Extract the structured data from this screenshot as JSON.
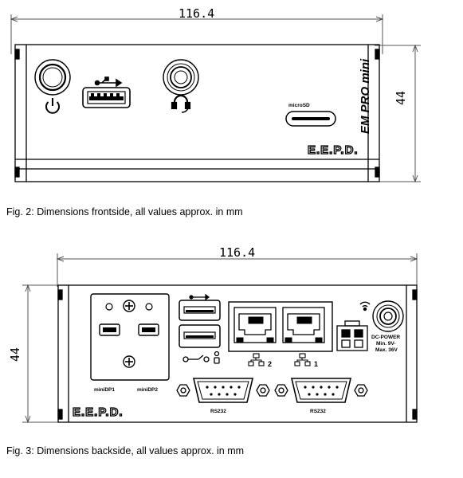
{
  "figure2": {
    "width_dimension": "116.4",
    "height_dimension": "44",
    "microsd_label": "microSD",
    "product_label": "EM PRO mini",
    "brand_logo": "E.E.P.D.",
    "caption": "Fig. 2: Dimensions frontside, all values approx. in mm"
  },
  "figure3": {
    "width_dimension": "116.4",
    "height_dimension": "44",
    "minidp1_label": "miniDP1",
    "minidp2_label": "miniDP2",
    "lan2_label": "2",
    "lan1_label": "1",
    "dc_power_label": "DC-POWER",
    "dc_min_label": "Min. 9V-",
    "dc_max_label": "Max. 36V",
    "rs232_label_left": "RS232",
    "rs232_label_right": "RS232",
    "brand_logo": "E.E.P.D.",
    "caption": "Fig. 3: Dimensions backside, all values approx. in mm"
  },
  "colors": {
    "line": "#000000",
    "dimension_line": "#555555",
    "background": "#ffffff"
  }
}
